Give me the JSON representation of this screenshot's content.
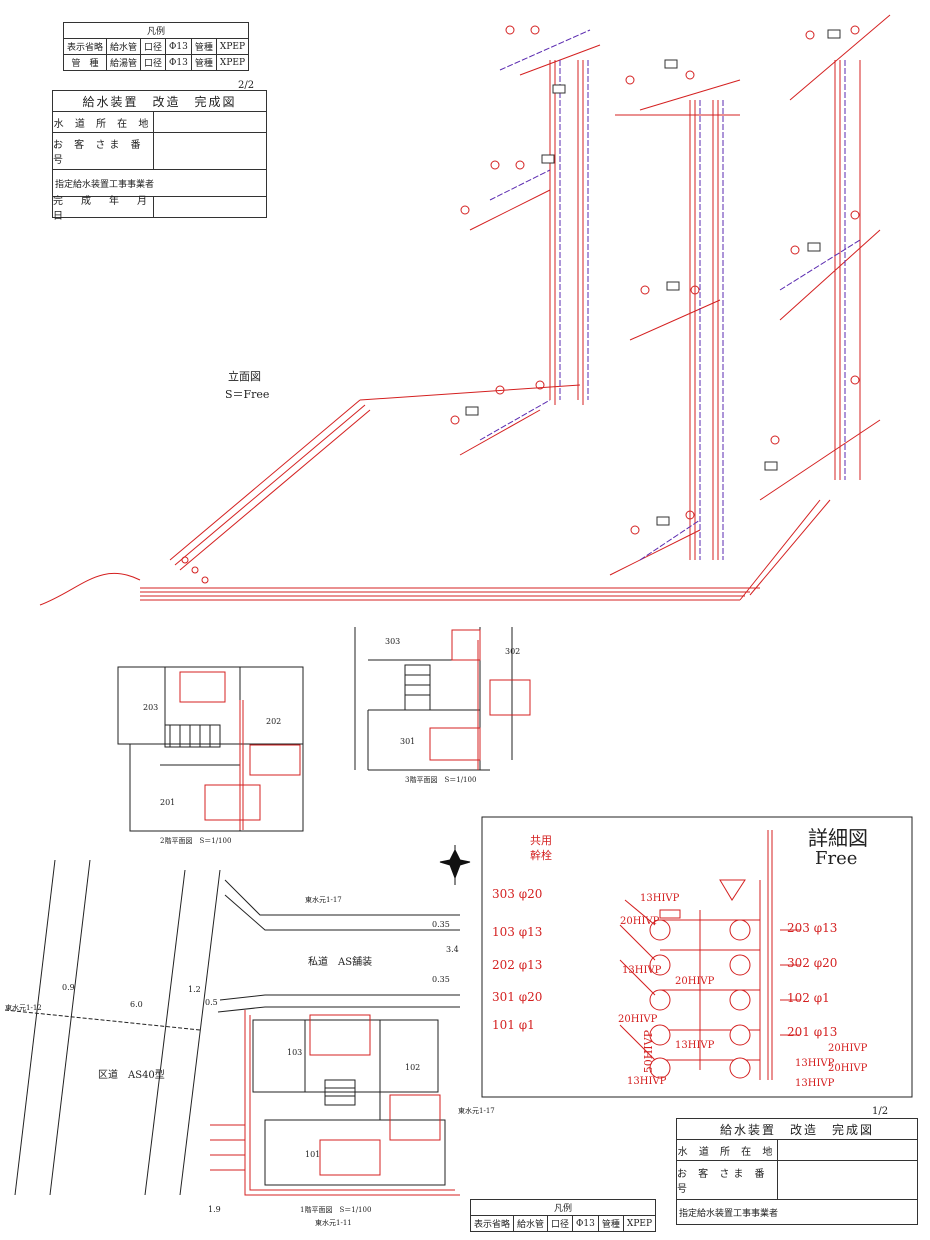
{
  "legend_top": {
    "title": "凡例",
    "rows": [
      [
        "表示省略",
        "給水管",
        "口径",
        "Φ13",
        "管種",
        "XPEP"
      ],
      [
        "管　種",
        "給湯管",
        "口径",
        "Φ13",
        "管種",
        "XPEP"
      ]
    ]
  },
  "title_block_top": {
    "page": "2/2",
    "title": "給水装置　改造　完成図",
    "rows": [
      "水 道 所 在 地",
      "お 客 さま 番 号",
      "指定給水装置工事事業者",
      "完　成　年　月　日"
    ]
  },
  "elevation": {
    "title": "立面図",
    "scale": "S＝Free"
  },
  "floor2": {
    "caption": "2階平面図　S＝1/100",
    "rooms": [
      "203",
      "202",
      "201"
    ]
  },
  "floor3": {
    "caption": "3階平面図　S＝1/100",
    "rooms": [
      "303",
      "302",
      "301"
    ]
  },
  "floor1": {
    "caption": "1階平面図　S＝1/100",
    "rooms": [
      "103",
      "102",
      "101"
    ]
  },
  "site": {
    "private_road": "私道　AS舗装",
    "ward_road": "区道　AS40型",
    "east_top": "東水元1-17",
    "east_left": "東水元1-12",
    "east_right": "東水元1-17",
    "east_bottom": "東水元1-11",
    "dims": [
      "0.35",
      "3.4",
      "0.35",
      "0.9",
      "6.0",
      "1.2",
      "0.5",
      "1.9"
    ]
  },
  "detail": {
    "title": "詳細図",
    "scale": "Free",
    "common": "共用",
    "main_valve": "幹栓",
    "left_labels": [
      "303 φ20",
      "103 φ13",
      "202 φ13",
      "301 φ20",
      "101 φ1"
    ],
    "right_labels": [
      "203 φ13",
      "302 φ20",
      "102 φ1",
      "201 φ13"
    ],
    "pipe_labels": [
      "13HIVP",
      "20HIVP",
      "13HIVP",
      "20HIVP",
      "20HIVP",
      "13HIVP",
      "50HIVP",
      "13HIVP",
      "20HIVP",
      "20HIVP",
      "13HIVP",
      "13HIVP"
    ]
  },
  "title_block_bottom": {
    "page": "1/2",
    "title": "給水装置　改造　完成図",
    "rows": [
      "水 道 所 在 地",
      "お 客 さま 番 号",
      "指定給水装置工事事業者"
    ]
  },
  "legend_bottom": {
    "title": "凡例",
    "row": [
      "表示省略",
      "給水管",
      "口径",
      "Φ13",
      "管種",
      "XPEP"
    ]
  },
  "colors": {
    "supply": "#d42020",
    "hot": "#5a2ab0",
    "ink": "#333333"
  }
}
